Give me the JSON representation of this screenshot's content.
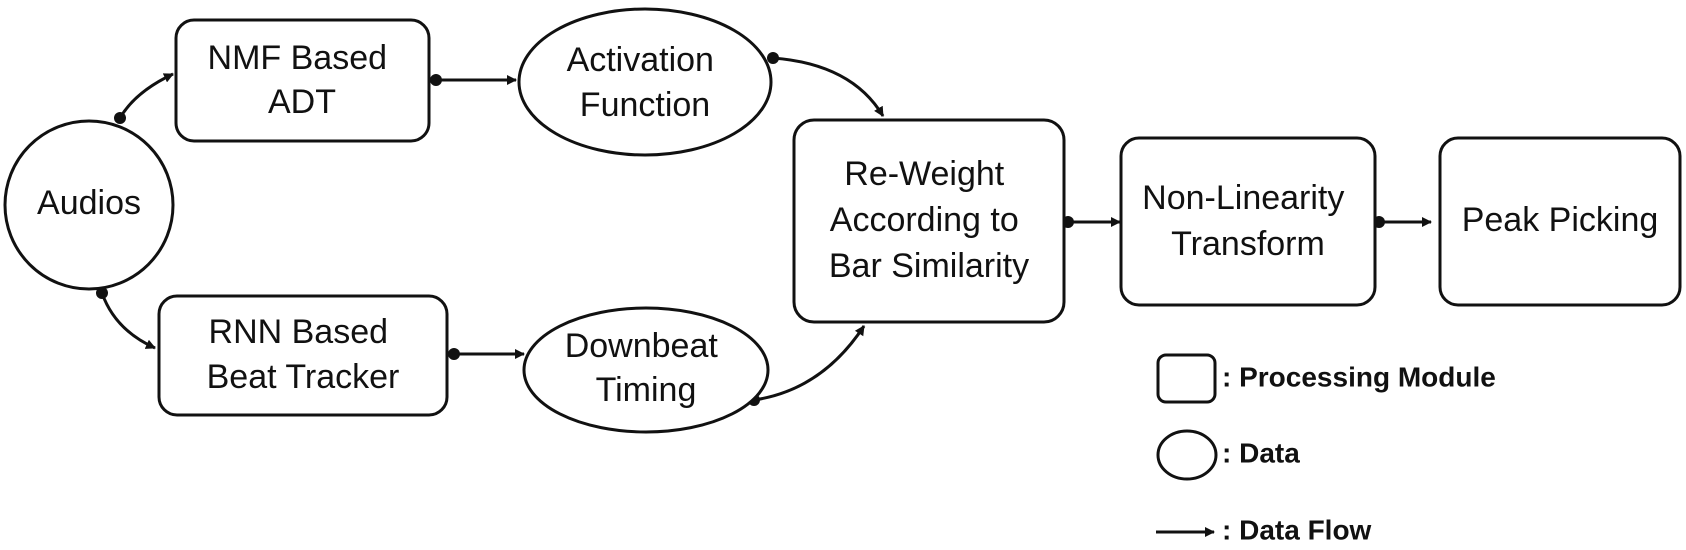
{
  "nodes": {
    "audios": {
      "lines": [
        "Audios"
      ]
    },
    "nmf": {
      "lines": [
        "NMF Based",
        "ADT"
      ]
    },
    "activation": {
      "lines": [
        "Activation",
        "Function"
      ]
    },
    "rnn": {
      "lines": [
        "RNN Based",
        "Beat Tracker"
      ]
    },
    "downbeat": {
      "lines": [
        "Downbeat",
        "Timing"
      ]
    },
    "reweight": {
      "lines": [
        "Re-Weight",
        "According to",
        "Bar Similarity"
      ]
    },
    "nonlinearity": {
      "lines": [
        "Non-Linearity",
        "Transform"
      ]
    },
    "peak": {
      "lines": [
        "Peak Picking"
      ]
    }
  },
  "legend": {
    "processing_label": ": Processing Module",
    "data_label": ": Data",
    "flow_label": ": Data Flow"
  },
  "colors": {
    "stroke": "#111111",
    "background": "#ffffff"
  }
}
